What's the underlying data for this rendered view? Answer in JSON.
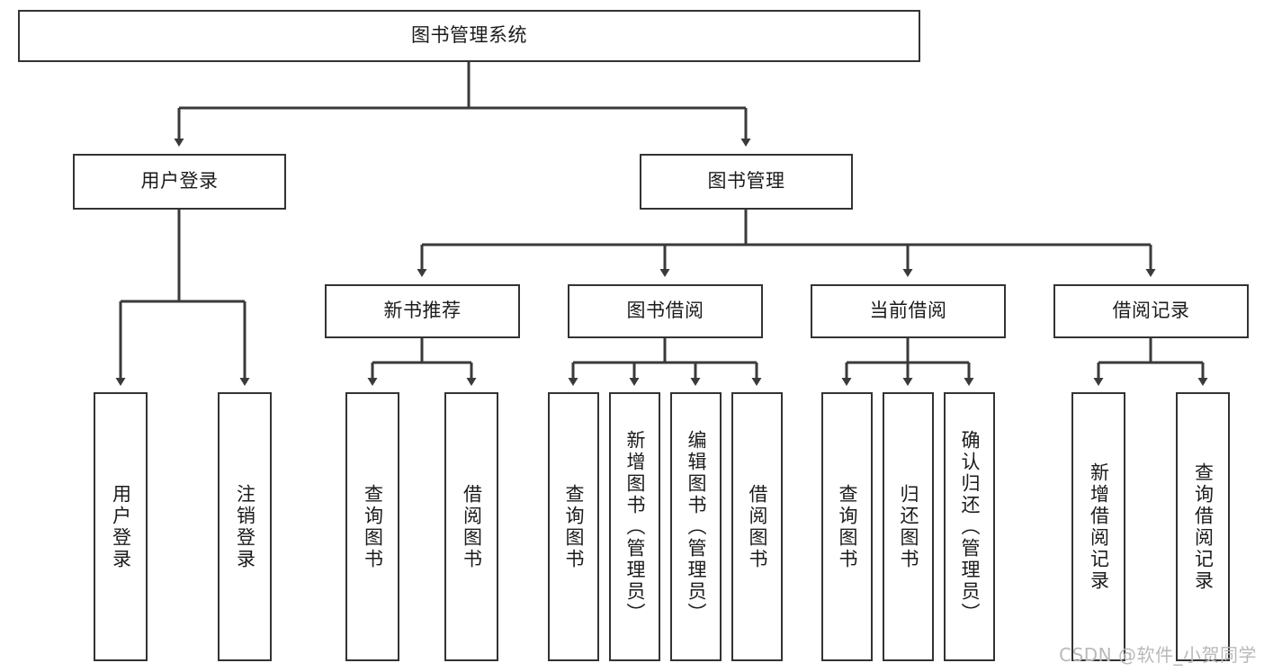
{
  "diagram": {
    "type": "tree",
    "orientation": "top-down",
    "title": "图书管理系统",
    "watermark": "CSDN @软件_小贺同学",
    "colors": {
      "box_border": "#333333",
      "box_fill": "#ffffff",
      "edge": "#3a3a3a",
      "text": "#1b1b1b",
      "watermark": "#b9b9b9",
      "background": "#ffffff"
    },
    "levels": [
      {
        "level": 1,
        "nodes": [
          {
            "id": "root",
            "label": "图书管理系统",
            "text_orientation": "horizontal"
          }
        ]
      },
      {
        "level": 2,
        "nodes": [
          {
            "id": "login",
            "label": "用户登录",
            "parent": "root",
            "text_orientation": "horizontal"
          },
          {
            "id": "bookmgmt",
            "label": "图书管理",
            "parent": "root",
            "text_orientation": "horizontal"
          }
        ]
      },
      {
        "level": 3,
        "nodes": [
          {
            "id": "newbook",
            "label": "新书推荐",
            "parent": "bookmgmt",
            "text_orientation": "horizontal"
          },
          {
            "id": "borrow",
            "label": "图书借阅",
            "parent": "bookmgmt",
            "text_orientation": "horizontal"
          },
          {
            "id": "current",
            "label": "当前借阅",
            "parent": "bookmgmt",
            "text_orientation": "horizontal"
          },
          {
            "id": "records",
            "label": "借阅记录",
            "parent": "bookmgmt",
            "text_orientation": "horizontal"
          }
        ]
      },
      {
        "level": 4,
        "nodes": [
          {
            "id": "l1",
            "label": "用户登录",
            "parent": "login",
            "text_orientation": "vertical"
          },
          {
            "id": "l2",
            "label": "注销登录",
            "parent": "login",
            "text_orientation": "vertical"
          },
          {
            "id": "l3",
            "label": "查询图书",
            "parent": "newbook",
            "text_orientation": "vertical"
          },
          {
            "id": "l4",
            "label": "借阅图书",
            "parent": "newbook",
            "text_orientation": "vertical"
          },
          {
            "id": "l5",
            "label": "查询图书",
            "parent": "borrow",
            "text_orientation": "vertical"
          },
          {
            "id": "l6",
            "label": "新增图书（管理员）",
            "parent": "borrow",
            "text_orientation": "vertical"
          },
          {
            "id": "l7",
            "label": "编辑图书（管理员）",
            "parent": "borrow",
            "text_orientation": "vertical"
          },
          {
            "id": "l8",
            "label": "借阅图书",
            "parent": "borrow",
            "text_orientation": "vertical"
          },
          {
            "id": "l9",
            "label": "查询图书",
            "parent": "current",
            "text_orientation": "vertical"
          },
          {
            "id": "l10",
            "label": "归还图书",
            "parent": "current",
            "text_orientation": "vertical"
          },
          {
            "id": "l11",
            "label": "确认归还（管理员）",
            "parent": "current",
            "text_orientation": "vertical"
          },
          {
            "id": "l12",
            "label": "新增借阅记录",
            "parent": "records",
            "text_orientation": "vertical"
          },
          {
            "id": "l13",
            "label": "查询借阅记录",
            "parent": "records",
            "text_orientation": "vertical"
          }
        ]
      }
    ]
  }
}
